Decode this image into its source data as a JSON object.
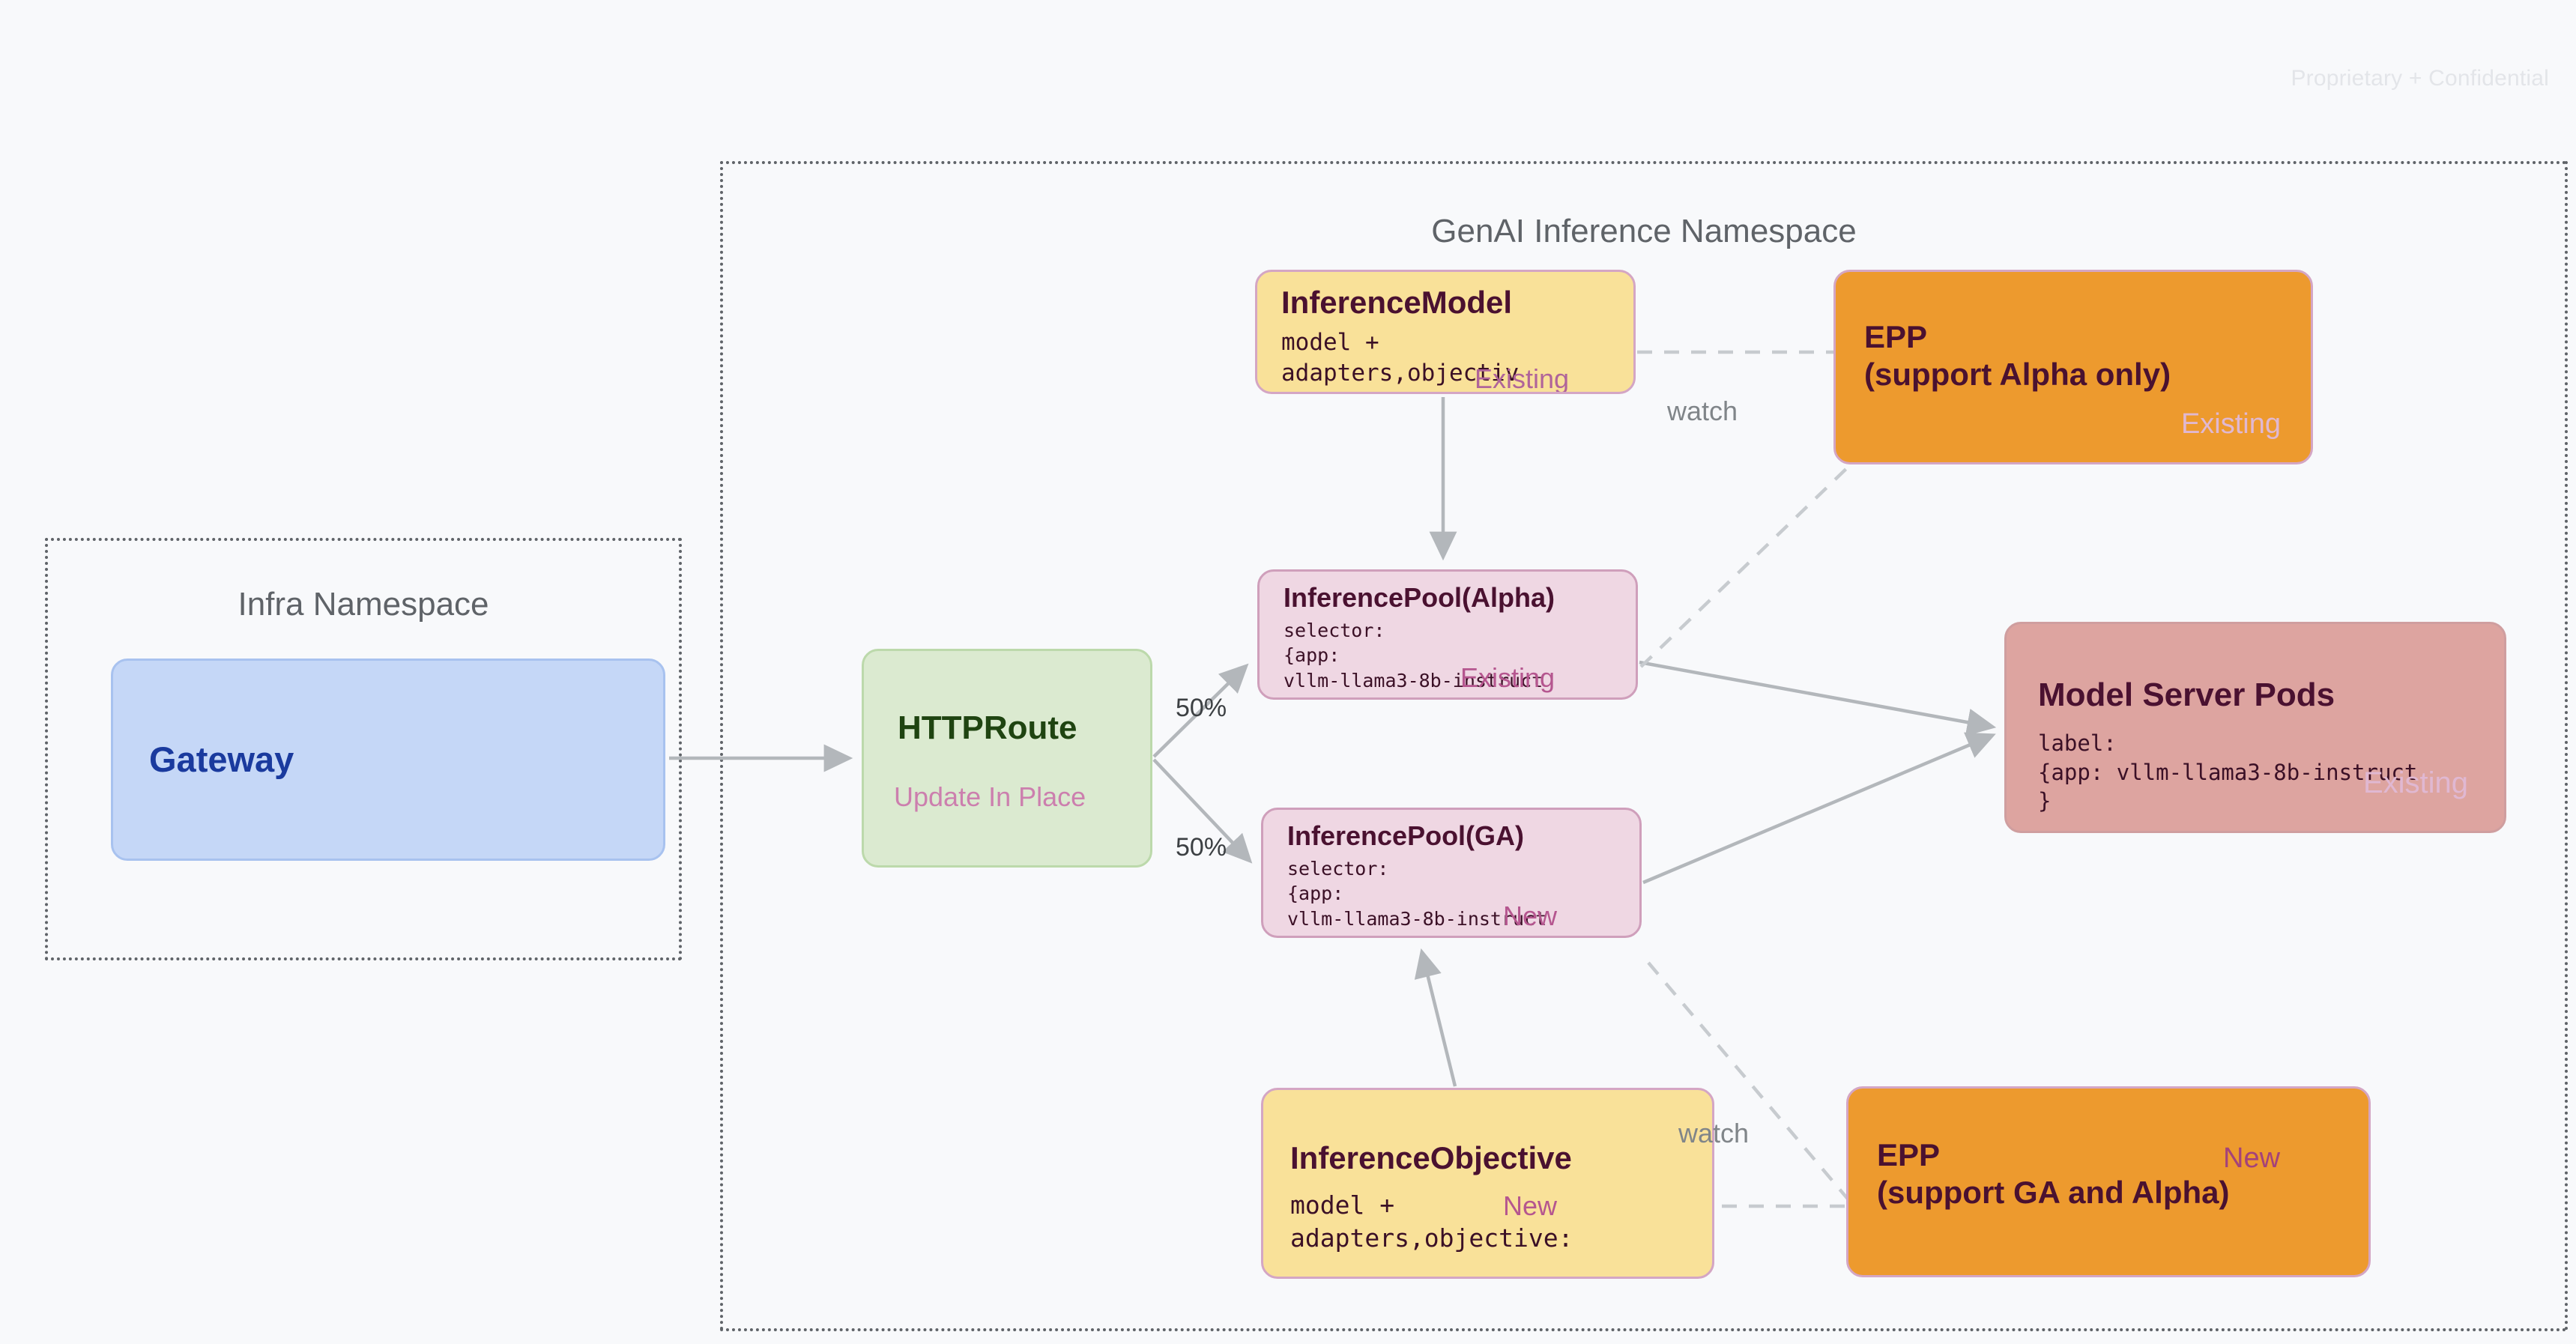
{
  "page": {
    "confidential_note": "Proprietary + Confidential"
  },
  "namespaces": [
    {
      "id": "genai",
      "title": "GenAI Inference Namespace"
    },
    {
      "id": "infra",
      "title": "Infra Namespace"
    }
  ],
  "nodes": {
    "gateway": {
      "title": "Gateway"
    },
    "httproute": {
      "title": "HTTPRoute",
      "badge": "Update In Place"
    },
    "inference_model": {
      "title": "InferenceModel",
      "code": "model +\nadapters,objectiv\ne:",
      "badge": "Existing"
    },
    "inference_pool_alpha": {
      "title": "InferencePool(Alpha)",
      "code": "selector:\n{app:\nvllm-llama3-8b-instruct\n}",
      "badge": "Existing"
    },
    "inference_pool_ga": {
      "title": "InferencePool(GA)",
      "code": "selector:\n{app:\nvllm-llama3-8b-instruct\n}",
      "badge": "New"
    },
    "inference_objective": {
      "title": "InferenceObjective",
      "code": "model +\nadapters,objective:",
      "badge": "New"
    },
    "epp_alpha": {
      "title": "EPP\n(support Alpha only)",
      "badge": "Existing"
    },
    "epp_ga": {
      "title": "EPP\n(support GA and Alpha)",
      "badge": "New"
    },
    "model_server_pods": {
      "title": "Model Server Pods",
      "code": "label:\n{app: vllm-llama3-8b-instruct\n}",
      "badge": "Existing"
    }
  },
  "edge_labels": {
    "split_top": "50%",
    "split_bottom": "50%",
    "watch_top": "watch",
    "watch_bottom": "watch"
  },
  "colors": {
    "background": "#f8f9fb",
    "gateway_fill": "#c5d7f7",
    "gateway_text": "#1a3a9e",
    "httproute_fill": "#dbead0",
    "httproute_text": "#1f4411",
    "yellow_fill": "#f9e199",
    "pink_fill": "#efd7e3",
    "orange_fill": "#ed9a2e",
    "pods_fill": "#dda4a0",
    "badge_plum": "#a4427a",
    "dark_text": "#4a1130",
    "connector_gray": "#b3b7bb",
    "namespace_border": "#5f6368"
  }
}
